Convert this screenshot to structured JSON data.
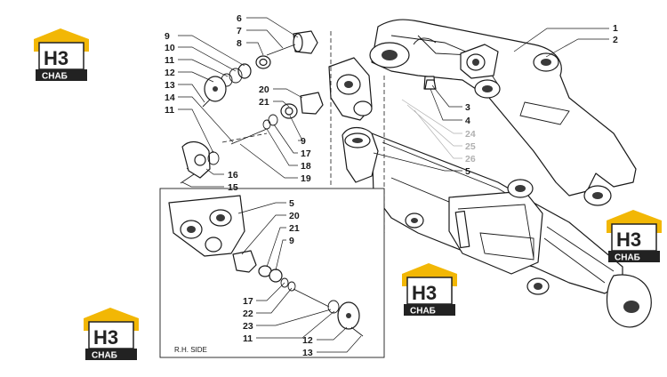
{
  "diagram": {
    "inset_caption": "R.H. SIDE",
    "callouts_main": [
      "1",
      "2",
      "3",
      "4",
      "5",
      "6",
      "7",
      "8",
      "9",
      "10",
      "11",
      "12",
      "13",
      "14",
      "11",
      "16",
      "15",
      "20",
      "21",
      "9",
      "17",
      "18",
      "19"
    ],
    "callouts_faded": [
      "24",
      "25",
      "26"
    ],
    "callouts_inset": [
      "5",
      "20",
      "21",
      "9",
      "17",
      "22",
      "23",
      "11",
      "12",
      "13"
    ]
  },
  "watermark": {
    "letters": "H3",
    "subtitle": "CHAБ",
    "colors": {
      "roof": "#f2b705",
      "dark": "#222222"
    }
  }
}
